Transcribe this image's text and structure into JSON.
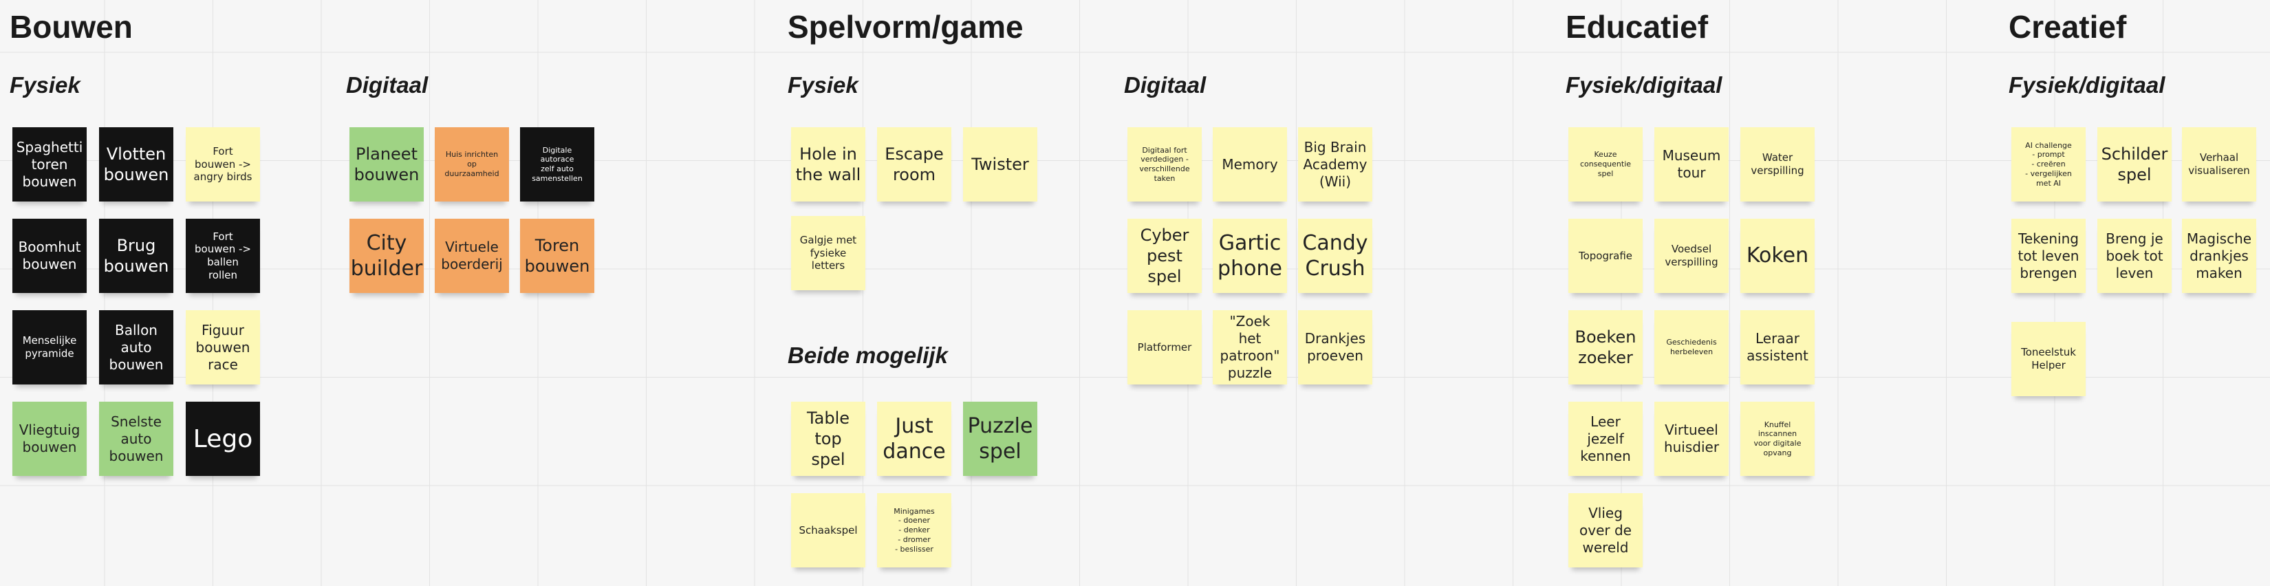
{
  "board": {
    "colors": {
      "yellow": "#fdf8b6",
      "black": "#131313",
      "green": "#9fd384",
      "orange": "#f3a561",
      "canvas": "#f6f6f6"
    },
    "sections": [
      {
        "title": "Bouwen"
      },
      {
        "title": "Spelvorm/game"
      },
      {
        "title": "Educatief"
      },
      {
        "title": "Creatief"
      }
    ],
    "groups": [
      {
        "label": "Fysiek"
      },
      {
        "label": "Digitaal"
      },
      {
        "label": "Fysiek"
      },
      {
        "label": "Beide mogelijk"
      },
      {
        "label": "Digitaal"
      },
      {
        "label": "Fysiek/digitaal"
      },
      {
        "label": "Fysiek/digitaal"
      }
    ],
    "notes": [
      {
        "text": "Spaghetti\ntoren\nbouwen",
        "color": "black"
      },
      {
        "text": "Vlotten\nbouwen",
        "color": "black"
      },
      {
        "text": "Fort\nbouwen ->\nangry birds",
        "color": "yellow"
      },
      {
        "text": "Boomhut\nbouwen",
        "color": "black"
      },
      {
        "text": "Brug\nbouwen",
        "color": "black"
      },
      {
        "text": "Fort\nbouwen ->\nballen\nrollen",
        "color": "black"
      },
      {
        "text": "Menselijke\npyramide",
        "color": "black"
      },
      {
        "text": "Ballon\nauto\nbouwen",
        "color": "black"
      },
      {
        "text": "Figuur\nbouwen\nrace",
        "color": "yellow"
      },
      {
        "text": "Vliegtuig\nbouwen",
        "color": "green"
      },
      {
        "text": "Snelste\nauto\nbouwen",
        "color": "green"
      },
      {
        "text": "Lego",
        "color": "black"
      },
      {
        "text": "Planeet\nbouwen",
        "color": "green"
      },
      {
        "text": "Huis inrichten\nop\nduurzaamheid",
        "color": "orange"
      },
      {
        "text": "Digitale\nautorace\nzelf auto\nsamenstellen",
        "color": "black"
      },
      {
        "text": "City\nbuilder",
        "color": "orange"
      },
      {
        "text": "Virtuele\nboerderij",
        "color": "orange"
      },
      {
        "text": "Toren\nbouwen",
        "color": "orange"
      },
      {
        "text": "Hole in\nthe wall",
        "color": "yellow"
      },
      {
        "text": "Escape\nroom",
        "color": "yellow"
      },
      {
        "text": "Twister",
        "color": "yellow"
      },
      {
        "text": "Galgje met\nfysieke\nletters",
        "color": "yellow"
      },
      {
        "text": "Table\ntop spel",
        "color": "yellow"
      },
      {
        "text": "Just\ndance",
        "color": "yellow"
      },
      {
        "text": "Puzzle\nspel",
        "color": "green"
      },
      {
        "text": "Schaakspel",
        "color": "yellow"
      },
      {
        "text": "Minigames\n- doener\n- denker\n- dromer\n- beslisser",
        "color": "yellow"
      },
      {
        "text": "Digitaal fort\nverdedigen -\nverschillende\ntaken",
        "color": "yellow"
      },
      {
        "text": "Memory",
        "color": "yellow"
      },
      {
        "text": "Big Brain\nAcademy\n(Wii)",
        "color": "yellow"
      },
      {
        "text": "Cyber\npest\nspel",
        "color": "yellow"
      },
      {
        "text": "Gartic\nphone",
        "color": "yellow"
      },
      {
        "text": "Candy\nCrush",
        "color": "yellow"
      },
      {
        "text": "Platformer",
        "color": "yellow"
      },
      {
        "text": "\"Zoek het\npatroon\"\npuzzle",
        "color": "yellow"
      },
      {
        "text": "Drankjes\nproeven",
        "color": "yellow"
      },
      {
        "text": "Keuze\nconsequentie\nspel",
        "color": "yellow"
      },
      {
        "text": "Museum\ntour",
        "color": "yellow"
      },
      {
        "text": "Water\nverspilling",
        "color": "yellow"
      },
      {
        "text": "Topografie",
        "color": "yellow"
      },
      {
        "text": "Voedsel\nverspilling",
        "color": "yellow"
      },
      {
        "text": "Koken",
        "color": "yellow"
      },
      {
        "text": "Boeken\nzoeker",
        "color": "yellow"
      },
      {
        "text": "Geschiedenis\nherbeleven",
        "color": "yellow"
      },
      {
        "text": "Leraar\nassistent",
        "color": "yellow"
      },
      {
        "text": "Leer\njezelf\nkennen",
        "color": "yellow"
      },
      {
        "text": "Virtueel\nhuisdier",
        "color": "yellow"
      },
      {
        "text": "Knuffel\ninscannen\nvoor digitale\nopvang",
        "color": "yellow"
      },
      {
        "text": "Vlieg\nover de\nwereld",
        "color": "yellow"
      },
      {
        "text": "AI challenge\n- prompt\n- creëren\n- vergelijken\nmet AI",
        "color": "yellow"
      },
      {
        "text": "Schilder\nspel",
        "color": "yellow"
      },
      {
        "text": "Verhaal\nvisualiseren",
        "color": "yellow"
      },
      {
        "text": "Tekening\ntot leven\nbrengen",
        "color": "yellow"
      },
      {
        "text": "Breng je\nboek tot\nleven",
        "color": "yellow"
      },
      {
        "text": "Magische\ndrankjes\nmaken",
        "color": "yellow"
      },
      {
        "text": "Toneelstuk\nHelper",
        "color": "yellow"
      }
    ]
  }
}
